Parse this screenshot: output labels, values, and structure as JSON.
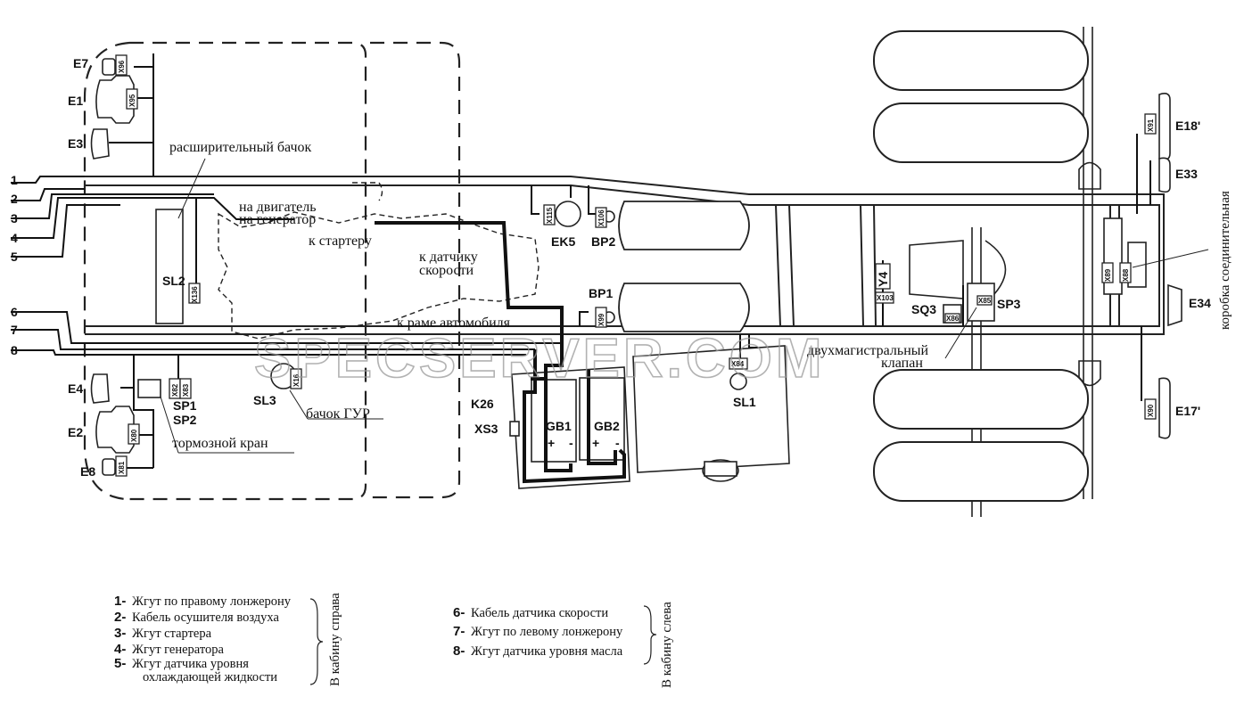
{
  "wire_numbers": [
    "1",
    "2",
    "3",
    "4",
    "5",
    "6",
    "7",
    "8"
  ],
  "components": {
    "E7": "E7",
    "E1": "E1",
    "E3": "E3",
    "E4": "E4",
    "E2": "E2",
    "E8": "E8",
    "SL2": "SL2",
    "SP1": "SP1",
    "SP2": "SP2",
    "SL3": "SL3",
    "EK5": "EK5",
    "BP2": "BP2",
    "BP1": "BP1",
    "K26": "K26",
    "XS3": "XS3",
    "GB1": "GB1",
    "GB2": "GB2",
    "SL1": "SL1",
    "Y4": "Y4",
    "SQ3": "SQ3",
    "SP3": "SP3",
    "E18": "E18'",
    "E33": "E33",
    "E34": "E34",
    "E17": "E17'"
  },
  "connectors": {
    "x96": "X96",
    "x95": "X95",
    "x136": "X136",
    "x82": "X82",
    "x83": "X83",
    "x80": "X80",
    "x81": "X81",
    "x16": "X16",
    "x115": "X115",
    "x106": "X106",
    "x99": "X99",
    "x84": "X84",
    "x103": "X103",
    "x86": "X86",
    "x85": "X85",
    "x88": "X88",
    "x89": "X89",
    "x91": "X91",
    "x90": "X90"
  },
  "notes": {
    "expansion_tank": "расширительный бачок",
    "to_engine": "на двигатель",
    "to_generator": "на генератор",
    "to_starter": "к стартеру",
    "to_speed_sensor_1": "к датчику",
    "to_speed_sensor_2": "скорости",
    "to_frame": "к раме автомобиля",
    "power_steering_tank": "бачок ГУР",
    "brake_valve": "тормозной кран",
    "dual_line_valve_1": "двухмагистральный",
    "dual_line_valve_2": "клапан",
    "junction_box": "коробка соединительная"
  },
  "battery_marks": {
    "plus": "+",
    "minus": "-"
  },
  "watermark": "SPECSERVER.COM",
  "legend": {
    "right_group": [
      {
        "num": "1-",
        "text": "Жгут по правому лонжерону"
      },
      {
        "num": "2-",
        "text": "Кабель осушителя воздуха"
      },
      {
        "num": "3-",
        "text": "Жгут стартера"
      },
      {
        "num": "4-",
        "text": "Жгут генератора"
      },
      {
        "num": "5-",
        "text": "Жгут датчика уровня"
      }
    ],
    "right_group_cont": "охлаждающей жидкости",
    "right_group_label": "В кабину справа",
    "left_group": [
      {
        "num": "6-",
        "text": "Кабель датчика скорости"
      },
      {
        "num": "7-",
        "text": "Жгут по левому лонжерону"
      },
      {
        "num": "8-",
        "text": "Жгут датчика уровня масла"
      }
    ],
    "left_group_label": "В кабину слева"
  }
}
